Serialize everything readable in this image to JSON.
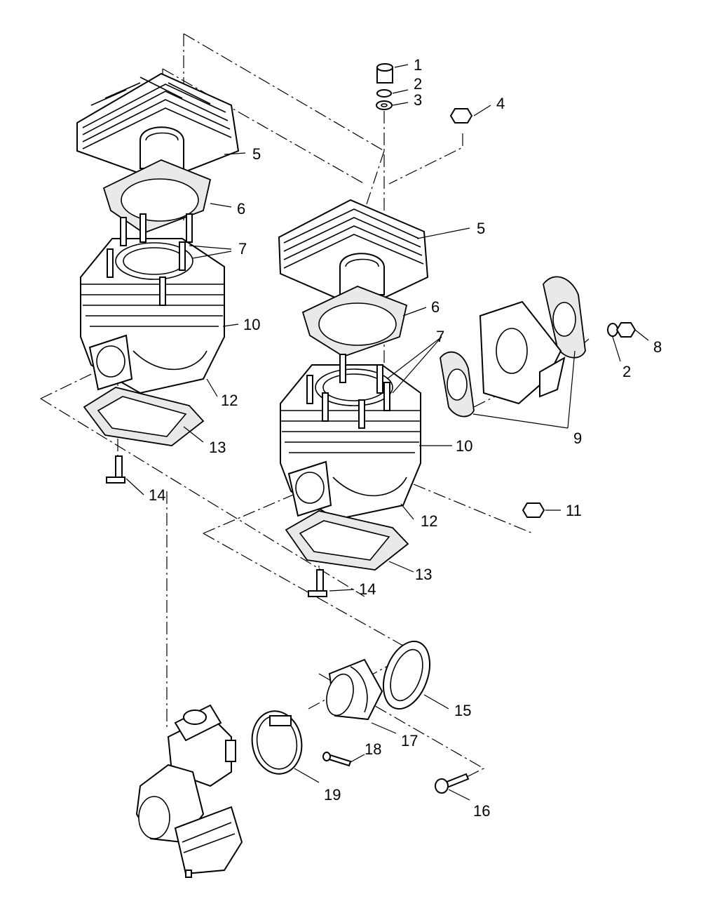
{
  "callouts": [
    {
      "id": "c1",
      "label": "1"
    },
    {
      "id": "c2a",
      "label": "2"
    },
    {
      "id": "c3",
      "label": "3"
    },
    {
      "id": "c4",
      "label": "4"
    },
    {
      "id": "c5a",
      "label": "5"
    },
    {
      "id": "c6a",
      "label": "6"
    },
    {
      "id": "c7a",
      "label": "7"
    },
    {
      "id": "c10a",
      "label": "10"
    },
    {
      "id": "c12a",
      "label": "12"
    },
    {
      "id": "c13a",
      "label": "13"
    },
    {
      "id": "c14a",
      "label": "14"
    },
    {
      "id": "c5b",
      "label": "5"
    },
    {
      "id": "c6b",
      "label": "6"
    },
    {
      "id": "c7b",
      "label": "7"
    },
    {
      "id": "c8",
      "label": "8"
    },
    {
      "id": "c2b",
      "label": "2"
    },
    {
      "id": "c9",
      "label": "9"
    },
    {
      "id": "c10b",
      "label": "10"
    },
    {
      "id": "c11",
      "label": "11"
    },
    {
      "id": "c12b",
      "label": "12"
    },
    {
      "id": "c13b",
      "label": "13"
    },
    {
      "id": "c14b",
      "label": "14"
    },
    {
      "id": "c15",
      "label": "15"
    },
    {
      "id": "c17",
      "label": "17"
    },
    {
      "id": "c18",
      "label": "18"
    },
    {
      "id": "c19",
      "label": "19"
    },
    {
      "id": "c16",
      "label": "16"
    }
  ]
}
